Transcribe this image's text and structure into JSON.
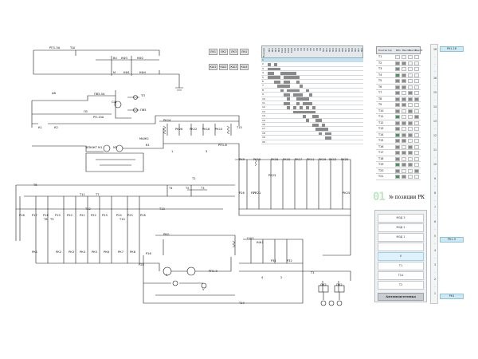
{
  "schematic": {
    "labels": [
      {
        "id": "pu1",
        "text": "РП1-5А"
      },
      {
        "id": "tsh1",
        "text": "ТШ"
      },
      {
        "id": "bv",
        "text": "В4"
      },
      {
        "id": "kp3",
        "text": "КФ3"
      },
      {
        "id": "kp2",
        "text": "КФ2"
      },
      {
        "id": "mv",
        "text": "М"
      },
      {
        "id": "kv1",
        "text": "КФ1"
      },
      {
        "id": "kv2",
        "text": "КФ4"
      },
      {
        "id": "av",
        "text": "АВ"
      },
      {
        "id": "pvz",
        "text": "ПВЗ-5А"
      },
      {
        "id": "ssh",
        "text": "СШ"
      },
      {
        "id": "tsh2",
        "text": "ТП"
      },
      {
        "id": "gv",
        "text": "ГВ"
      },
      {
        "id": "rpt",
        "text": "РП-10А"
      },
      {
        "id": "pvz2",
        "text": "ПВЗ"
      },
      {
        "id": "k1",
        "text": "К1"
      },
      {
        "id": "k2",
        "text": "К2"
      },
      {
        "id": "pk24",
        "text": "РК24"
      },
      {
        "id": "pk26",
        "text": "РК26"
      },
      {
        "id": "pk22",
        "text": "РК22"
      },
      {
        "id": "pk18",
        "text": "РК18"
      },
      {
        "id": "pk13",
        "text": "РК13"
      },
      {
        "id": "n1",
        "text": "1"
      },
      {
        "id": "n3",
        "text": "3"
      },
      {
        "id": "t15",
        "text": "Т15"
      },
      {
        "id": "pvt",
        "text": "РП1-8"
      },
      {
        "id": "mazh",
        "text": "МАЖ2"
      },
      {
        "id": "vpk",
        "text": "ВПКЖТ"
      },
      {
        "id": "m1",
        "text": "М1"
      },
      {
        "id": "m2",
        "text": "М2"
      },
      {
        "id": "v1",
        "text": "В1"
      },
      {
        "id": "t6",
        "text": "Т6"
      },
      {
        "id": "t2",
        "text": "Т2"
      },
      {
        "id": "t3",
        "text": "Т3"
      },
      {
        "id": "t11",
        "text": "Т11"
      },
      {
        "id": "t12",
        "text": "Т12"
      },
      {
        "id": "t13",
        "text": "Т13"
      },
      {
        "id": "t4",
        "text": "Т4"
      },
      {
        "id": "t5",
        "text": "Т5"
      },
      {
        "id": "t7",
        "text": "Т7"
      },
      {
        "id": "t8",
        "text": "Т8"
      },
      {
        "id": "t9",
        "text": "Т9"
      },
      {
        "id": "t10",
        "text": "Т10"
      },
      {
        "id": "pk1",
        "text": "РК1"
      },
      {
        "id": "pk2",
        "text": "РК2"
      },
      {
        "id": "pk3",
        "text": "РК3"
      },
      {
        "id": "pk4",
        "text": "РК4"
      },
      {
        "id": "pk5",
        "text": "РК5"
      },
      {
        "id": "pk6",
        "text": "РК6"
      },
      {
        "id": "pk7",
        "text": "РК7"
      },
      {
        "id": "pk8",
        "text": "РК8"
      },
      {
        "id": "pk9",
        "text": "РК9"
      },
      {
        "id": "pk10",
        "text": "РК10"
      },
      {
        "id": "pk11",
        "text": "РК11"
      },
      {
        "id": "pk12",
        "text": "РК12"
      },
      {
        "id": "p16",
        "text": "Р16"
      },
      {
        "id": "p17",
        "text": "Р17"
      },
      {
        "id": "p18",
        "text": "Р18"
      },
      {
        "id": "p19",
        "text": "Р19"
      },
      {
        "id": "p20",
        "text": "Р20"
      },
      {
        "id": "p21",
        "text": "Р21"
      },
      {
        "id": "p22",
        "text": "Р22"
      },
      {
        "id": "p23",
        "text": "Р23"
      },
      {
        "id": "p24",
        "text": "Р24"
      },
      {
        "id": "p25",
        "text": "Р25"
      },
      {
        "id": "p26",
        "text": "Р26"
      },
      {
        "id": "p27",
        "text": "Р27"
      },
      {
        "id": "p28",
        "text": "Р28"
      },
      {
        "id": "pk15",
        "text": "РК15"
      },
      {
        "id": "pk16",
        "text": "РК16"
      },
      {
        "id": "pk17",
        "text": "РК17"
      },
      {
        "id": "pk19",
        "text": "РК19"
      },
      {
        "id": "pk20",
        "text": "РК20"
      },
      {
        "id": "pk21",
        "text": "РК21"
      },
      {
        "id": "pk23",
        "text": "РК23"
      },
      {
        "id": "pk25",
        "text": "РК25"
      },
      {
        "id": "ssh2",
        "text": "СШ2"
      },
      {
        "id": "kd1",
        "text": "КШ1"
      },
      {
        "id": "n4",
        "text": "4"
      },
      {
        "id": "n2",
        "text": "2"
      },
      {
        "id": "t1",
        "text": "Т1"
      },
      {
        "id": "t14",
        "text": "Т14"
      },
      {
        "id": "ok2a",
        "text": "ОК2"
      },
      {
        "id": "ok2b",
        "text": "ОК2"
      },
      {
        "id": "rvo",
        "text": "РВО"
      },
      {
        "id": "pvd",
        "text": "РП1-9"
      },
      {
        "id": "amp",
        "text": "А"
      },
      {
        "id": "volt",
        "text": "V"
      },
      {
        "id": "p16b",
        "text": "Р16"
      },
      {
        "id": "p28b",
        "text": "Р28"
      },
      {
        "id": "p31",
        "text": "Р31"
      },
      {
        "id": "p32",
        "text": "Р32"
      }
    ]
  },
  "key_buttons": [
    {
      "id": "kb1",
      "label": "ЛК1"
    },
    {
      "id": "kb2",
      "label": "ЛК2"
    },
    {
      "id": "kb3",
      "label": "ЛК3"
    },
    {
      "id": "kb4",
      "label": "ЛК4"
    },
    {
      "id": "kb5",
      "label": "КШ1"
    },
    {
      "id": "kb6",
      "label": "КШ2"
    },
    {
      "id": "kb7",
      "label": "КШ3"
    },
    {
      "id": "kb8",
      "label": "КШ4"
    }
  ],
  "position_table": {
    "header": "Позиции",
    "columns": [
      "ЛК1",
      "ЛК2",
      "ЛК3",
      "ЛК4",
      "КШ1",
      "КШ2",
      "КШ3",
      "КШ4",
      "П1",
      "П2",
      "П3",
      "П4",
      "П5",
      "П6",
      "П7",
      "П8",
      "П9",
      "П10",
      "П11",
      "П12",
      "П13",
      "П14",
      "П15",
      "П16",
      "П17",
      "П18",
      "П19",
      "П20",
      "П21",
      "П22"
    ],
    "rows": [
      "1",
      "2",
      "3",
      "4",
      "5",
      "6",
      "7",
      "8",
      "9",
      "10",
      "11",
      "12",
      "13",
      "14",
      "15",
      "16",
      "17",
      "18",
      "19",
      "20"
    ],
    "highlight_row": 0,
    "grid": [
      "000000000000000000000000000000",
      "101000000000000000000000000000",
      "111100000000000000000000000000",
      "110011111000000000000000000000",
      "111101111100000000000000000000",
      "001101100100000000000000000000",
      "000111100010000000000000000000",
      "000010111100100000000000000000",
      "000001101110010000000000000000",
      "000000100111100000000000000000",
      "000001100101110000000000000000",
      "000000101010101000000000000000",
      "000000001111111000000000000000",
      "000000000001001100000000000000",
      "000000000000100110000000000000",
      "000000000000001101000000000000",
      "000000000000000111100000000000",
      "000000000000000010110000000000",
      "000000000000000000110000000000",
      "000000000000000000000000000000"
    ]
  },
  "contactor_table": {
    "headers": [
      "Контактор",
      "ВКС",
      "Ввкл1",
      "Ввкл2",
      "Ввкл3"
    ],
    "rows": [
      {
        "name": "Т1",
        "cells": [
          0,
          0,
          0,
          0
        ]
      },
      {
        "name": "Т2",
        "cells": [
          1,
          1,
          0,
          0
        ]
      },
      {
        "name": "Т3",
        "cells": [
          1,
          0,
          0,
          0
        ]
      },
      {
        "name": "Т4",
        "cells": [
          2,
          1,
          0,
          0
        ]
      },
      {
        "name": "Т5",
        "cells": [
          1,
          1,
          0,
          0
        ]
      },
      {
        "name": "Т6",
        "cells": [
          1,
          1,
          0,
          0
        ]
      },
      {
        "name": "Т7",
        "cells": [
          1,
          0,
          1,
          0
        ]
      },
      {
        "name": "Т8",
        "cells": [
          1,
          1,
          1,
          1
        ]
      },
      {
        "name": "Т9",
        "cells": [
          1,
          1,
          0,
          0
        ]
      },
      {
        "name": "Т10",
        "cells": [
          1,
          0,
          1,
          0
        ]
      },
      {
        "name": "Т11",
        "cells": [
          2,
          0,
          0,
          1
        ]
      },
      {
        "name": "Т12",
        "cells": [
          1,
          1,
          1,
          0
        ]
      },
      {
        "name": "Т13",
        "cells": [
          1,
          0,
          0,
          0
        ]
      },
      {
        "name": "Т14",
        "cells": [
          2,
          1,
          1,
          0
        ]
      },
      {
        "name": "Т15",
        "cells": [
          1,
          1,
          0,
          0
        ]
      },
      {
        "name": "Т16",
        "cells": [
          1,
          0,
          1,
          0
        ]
      },
      {
        "name": "Т17",
        "cells": [
          1,
          1,
          1,
          0
        ]
      },
      {
        "name": "Т18",
        "cells": [
          1,
          0,
          0,
          0
        ]
      },
      {
        "name": "Т19",
        "cells": [
          2,
          1,
          1,
          0
        ]
      },
      {
        "name": "Т20",
        "cells": [
          1,
          0,
          0,
          1
        ]
      },
      {
        "name": "Т21",
        "cells": [
          2,
          1,
          0,
          0
        ]
      }
    ]
  },
  "position_indicator": {
    "value": "01",
    "label": "№ позиции РК"
  },
  "controller": {
    "positions": [
      {
        "id": "c1",
        "label": "М0Д 3"
      },
      {
        "id": "c2",
        "label": "М0Д 2"
      },
      {
        "id": "c3",
        "label": "М0Д 1"
      },
      {
        "id": "c4",
        "label": ""
      },
      {
        "id": "c5",
        "label": "0"
      },
      {
        "id": "c6",
        "label": "Т1"
      },
      {
        "id": "c7",
        "label": "Т1А"
      },
      {
        "id": "c8",
        "label": "Т2"
      }
    ],
    "active_index": 4,
    "auto_button": "Автоподготовка"
  },
  "right_panel": {
    "numbers": [
      "18",
      "-",
      "-",
      "-",
      "16",
      "-",
      "15",
      "-",
      "14",
      "-",
      "13",
      "-",
      "12",
      "-",
      "11",
      "-",
      "10",
      "-",
      "9",
      "-",
      "8",
      "-",
      "7",
      "-",
      "6",
      "-",
      "5",
      "-",
      "4",
      "-",
      "3",
      "-",
      "2",
      "-",
      "1"
    ],
    "tags": [
      {
        "id": "rt1",
        "label": "РК1-18"
      },
      {
        "id": "rt2",
        "label": "РК1-9"
      },
      {
        "id": "rt3",
        "label": "РК1"
      }
    ]
  },
  "colors": {
    "wire": "#1a1a1a",
    "active_cell": "#8a8a8a",
    "light_cell": "#c8c8c8",
    "green_cell": "#3a9a5a",
    "highlight_row": "#bfe3f3",
    "digit": "#bfe6c3"
  }
}
